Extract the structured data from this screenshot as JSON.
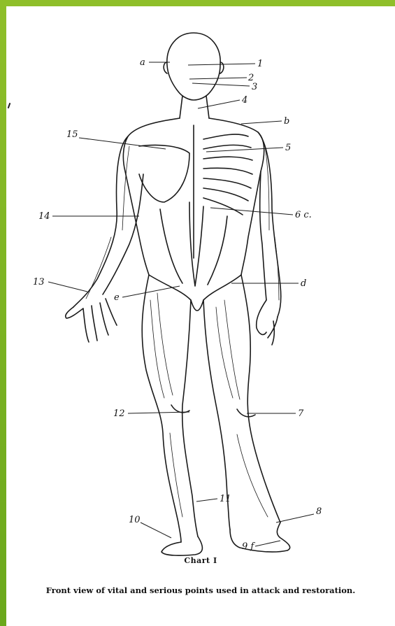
{
  "labels": {
    "a": "a",
    "n1": "1",
    "n2": "2",
    "n3": "3",
    "n4": "4",
    "b": "b",
    "n15": "15",
    "n5": "5",
    "n14": "14",
    "n6c": "6 c.",
    "n13": "13",
    "e": "e",
    "d": "d",
    "n12": "12",
    "n7": "7",
    "n11": "11",
    "n10": "10",
    "n8": "8",
    "n9f": "9 f"
  },
  "chart_title": "Chart I",
  "caption": "Front view of vital and serious points used in attack and restoration."
}
